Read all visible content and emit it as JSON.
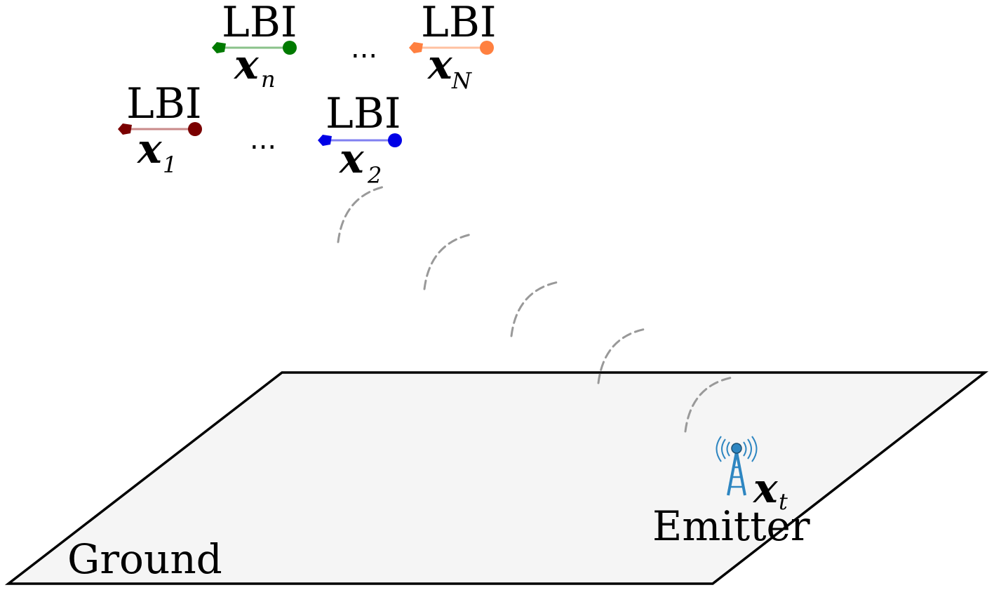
{
  "diagram": {
    "satellites": [
      {
        "label": "LBI",
        "variable": "x",
        "subscript": "1",
        "color": "#7a0000",
        "line_color": "#c98a8a"
      },
      {
        "label": "LBI",
        "variable": "x",
        "subscript": "2",
        "color": "#0000e6",
        "line_color": "#8080f0"
      },
      {
        "label": "LBI",
        "variable": "x",
        "subscript": "n",
        "color": "#007a00",
        "line_color": "#8ac28a"
      },
      {
        "label": "LBI",
        "variable": "x",
        "subscript": "N",
        "color": "#ff8040",
        "line_color": "#ffc0a0"
      }
    ],
    "ellipses": [
      "...",
      "..."
    ],
    "emitter": {
      "label": "Emitter",
      "variable": "x",
      "subscript": "t",
      "color": "#2e86c1"
    },
    "ground": {
      "label": "Ground",
      "fill": "#f5f5f5",
      "stroke": "#000000"
    },
    "signal_wave_color": "#999999"
  }
}
